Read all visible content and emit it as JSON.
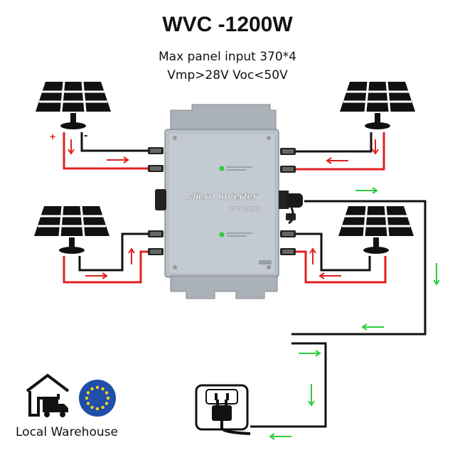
{
  "title": "WVC -1200W",
  "spec_line_1": "Max panel input 370*4",
  "spec_line_2": "Vmp>28V Voc<50V",
  "inverter": {
    "label": "Micro Inverter",
    "model": "WVC-1200"
  },
  "polarity": {
    "plus": "+",
    "minus": "-"
  },
  "footer": {
    "warehouse_label": "Local Warehouse"
  },
  "colors": {
    "positive_wire": "#e02020",
    "negative_wire": "#111111",
    "flow_arrow": "#2ecc40",
    "current_arrow": "#e02020",
    "inverter_body": "#b9bfc6",
    "eu_flag_blue": "#1f4fa8",
    "eu_flag_star": "#ffd21a"
  },
  "icons": [
    "solar-panel-icon",
    "warehouse-truck-icon",
    "eu-flag-icon",
    "wall-socket-icon",
    "plug-icon",
    "status-led-icon"
  ]
}
